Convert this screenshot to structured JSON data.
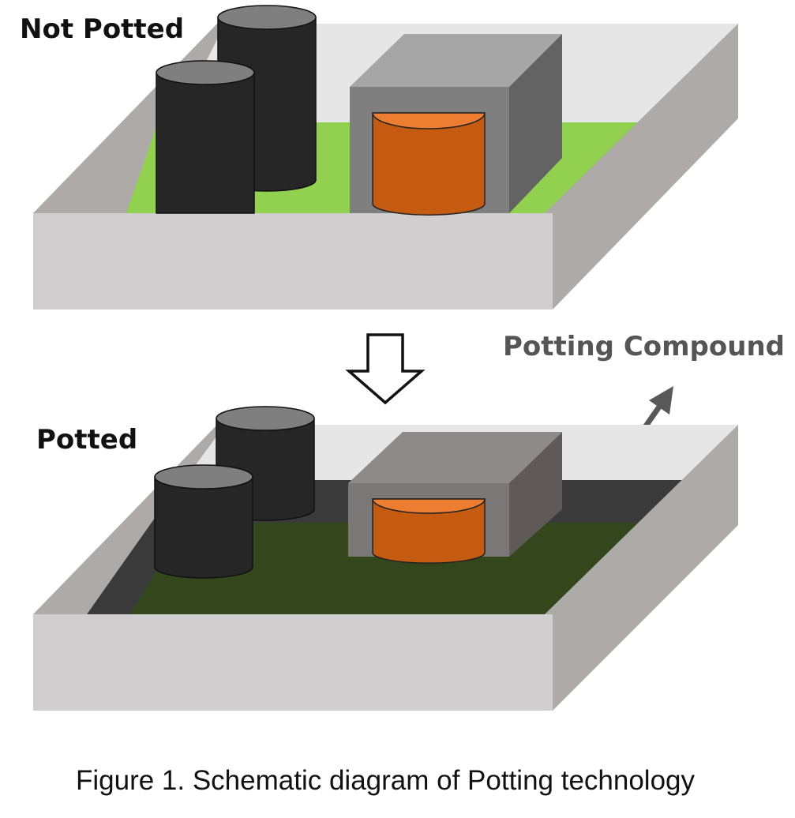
{
  "labels": {
    "not_potted": "Not Potted",
    "potted": "Potted",
    "potting_compound": "Potting Compound"
  },
  "caption": "Figure 1. Schematic diagram of Potting technology",
  "colors": {
    "board_top": "#e6e6e6",
    "board_side": "#adaaa8",
    "board_front": "#d0cece",
    "pcb_green": "#92d050",
    "potted_green": "#33461c",
    "compound_dark": "#3a3a3a",
    "capacitor": "#262626",
    "capacitor_top": "#7f7f7f",
    "transformer_front": "#7f7f7f",
    "transformer_top": "#a6a6a6",
    "transformer_side": "#636363",
    "coil": "#c55a11",
    "coil_top": "#ed7d31",
    "arrow_gray": "#595959"
  },
  "icons": [
    "down-arrow-icon",
    "pointer-arrow-icon"
  ]
}
